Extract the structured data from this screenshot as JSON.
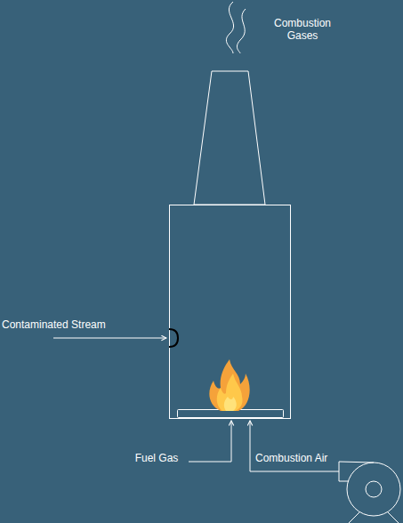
{
  "diagram": {
    "labels": [
      "Combustion Gases",
      "Contaminated Stream",
      "Fuel Gas",
      "Combustion Air"
    ]
  }
}
